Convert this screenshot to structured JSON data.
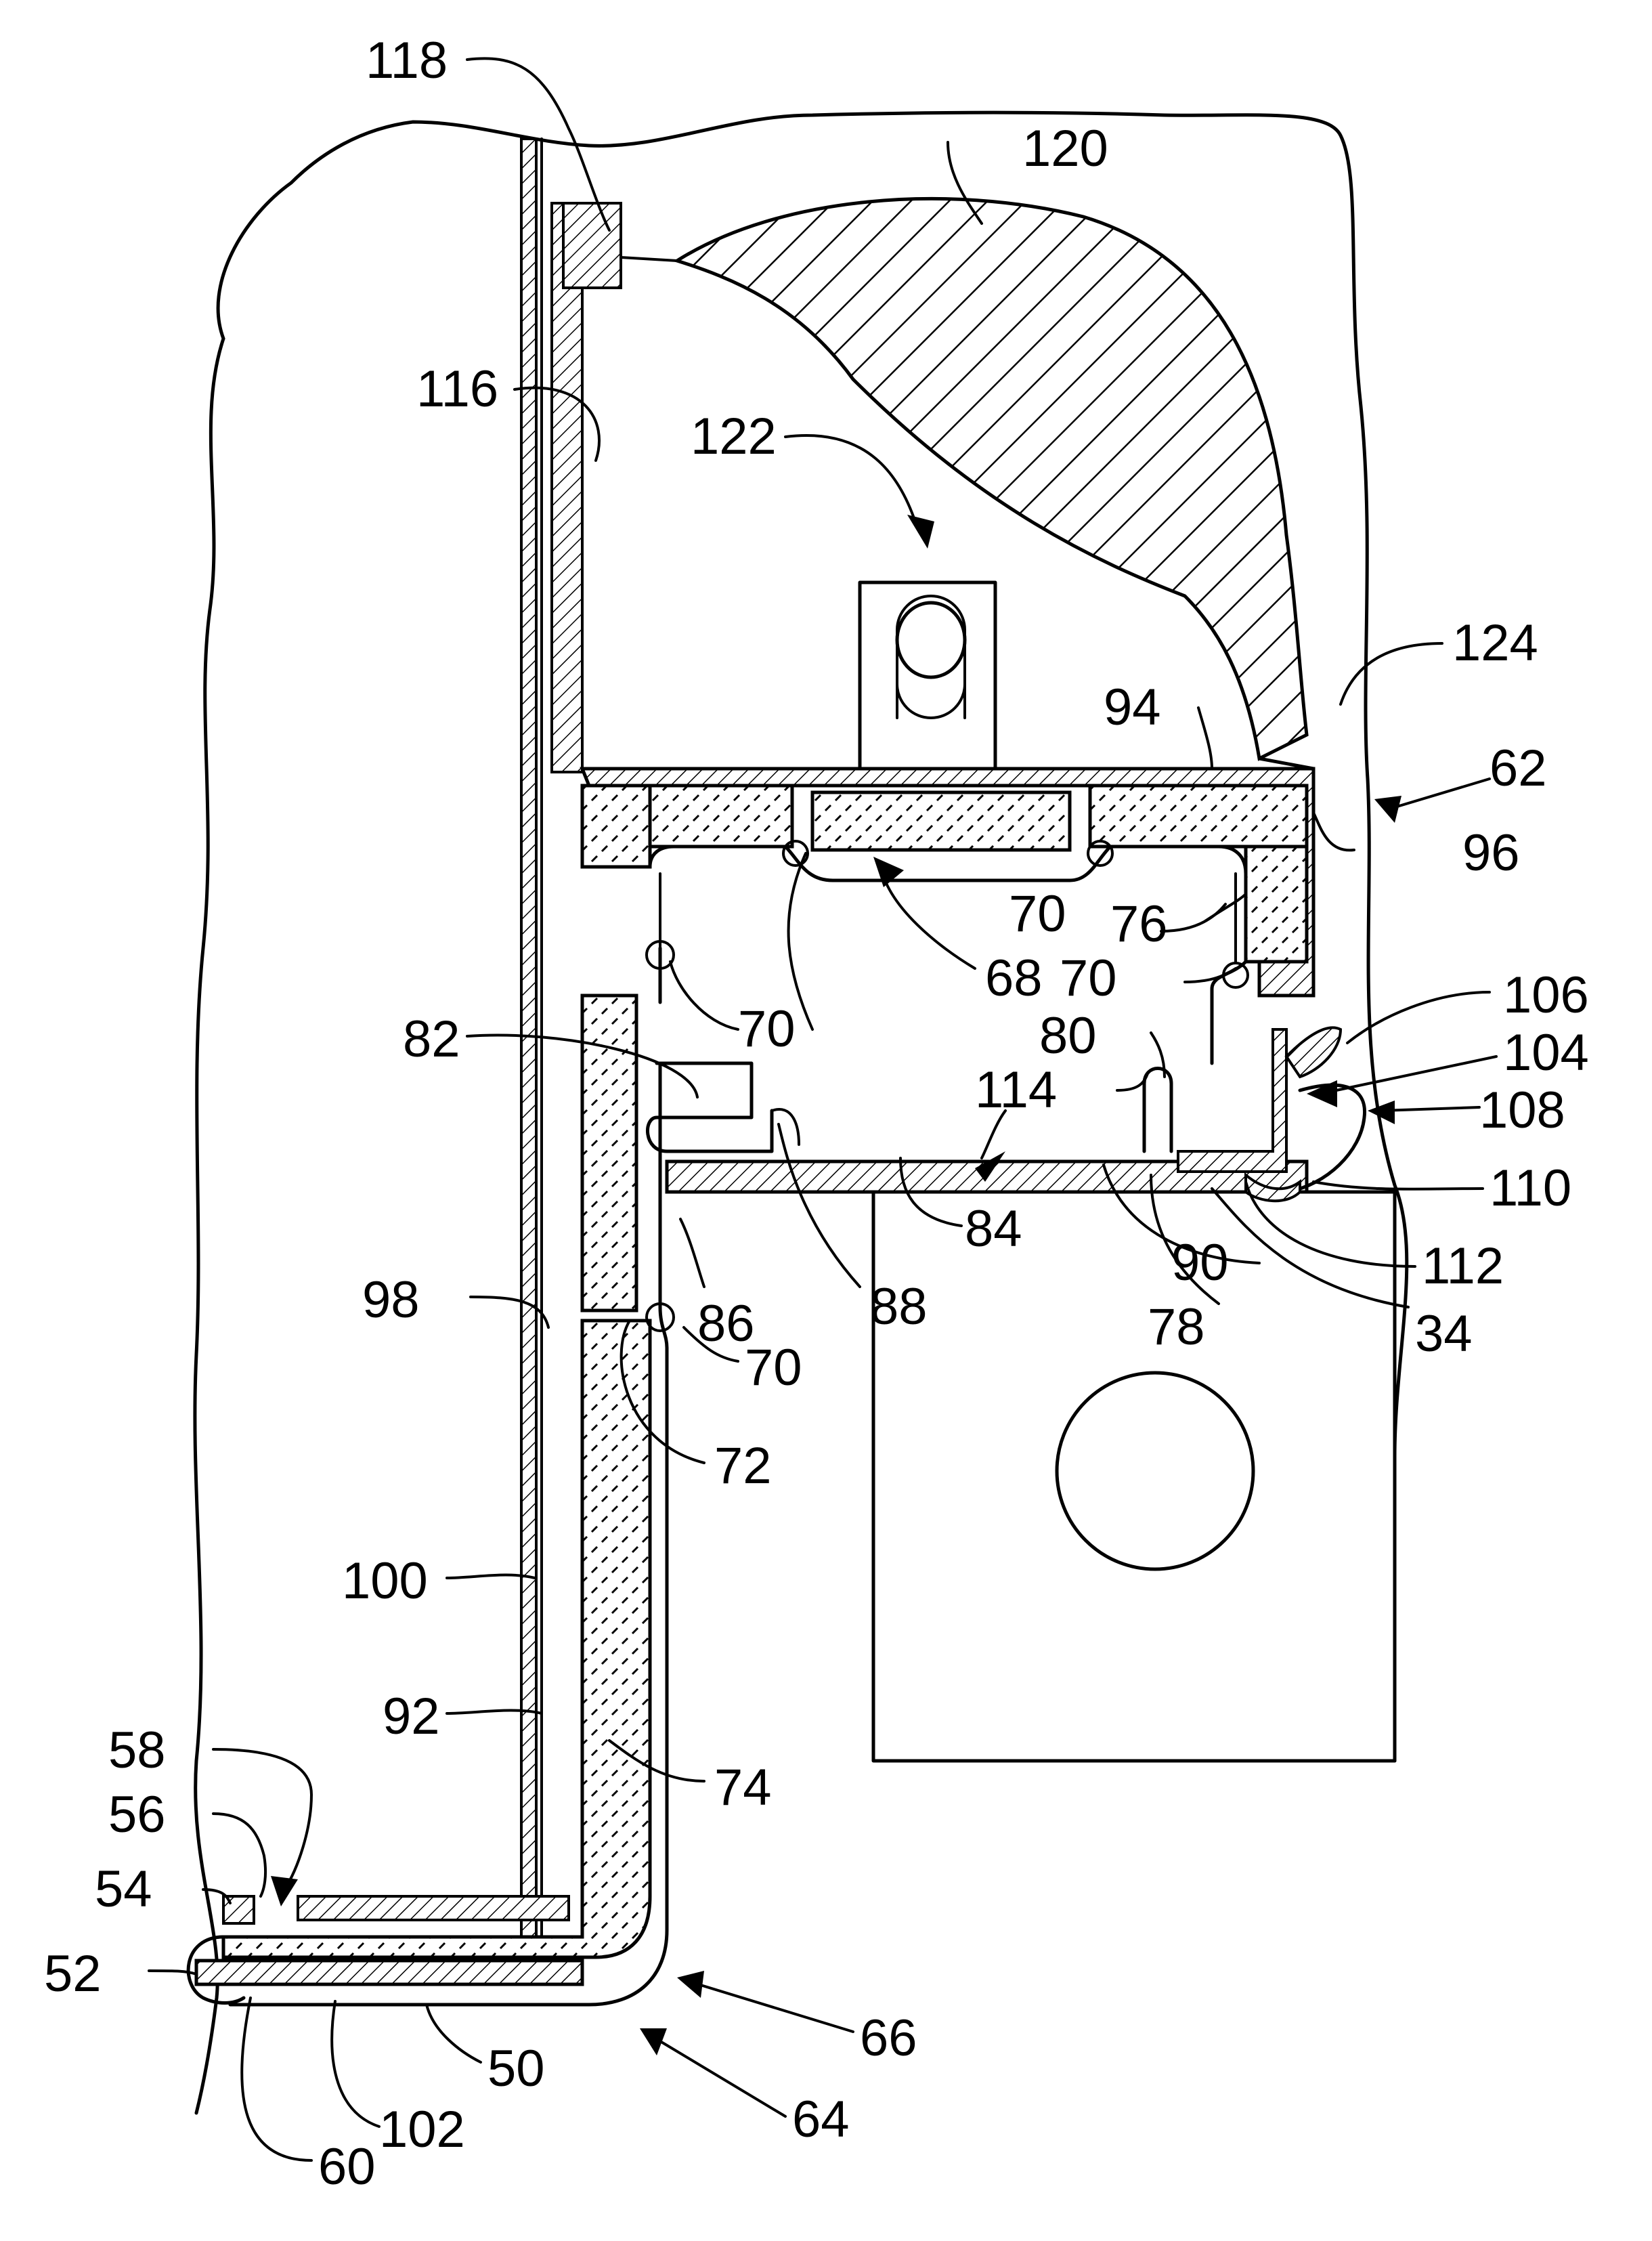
{
  "figure": {
    "line_color": "#000000",
    "background_color": "#ffffff",
    "reference_numerals": {
      "n118": "118",
      "n120": "120",
      "n116": "116",
      "n122": "122",
      "n124": "124",
      "n94": "94",
      "n62": "62",
      "n96": "96",
      "n70a": "70",
      "n76": "76",
      "n68": "68",
      "n70b": "70",
      "n70c": "70",
      "n106": "106",
      "n104": "104",
      "n108": "108",
      "n82": "82",
      "n80": "80",
      "n114": "114",
      "n110": "110",
      "n112": "112",
      "n84": "84",
      "n90": "90",
      "n86": "86",
      "n88": "88",
      "n78": "78",
      "n34": "34",
      "n98": "98",
      "n70d": "70",
      "n72": "72",
      "n100": "100",
      "n92": "92",
      "n74": "74",
      "n58": "58",
      "n56": "56",
      "n54": "54",
      "n52": "52",
      "n66": "66",
      "n50": "50",
      "n102": "102",
      "n64": "64",
      "n60": "60"
    }
  }
}
